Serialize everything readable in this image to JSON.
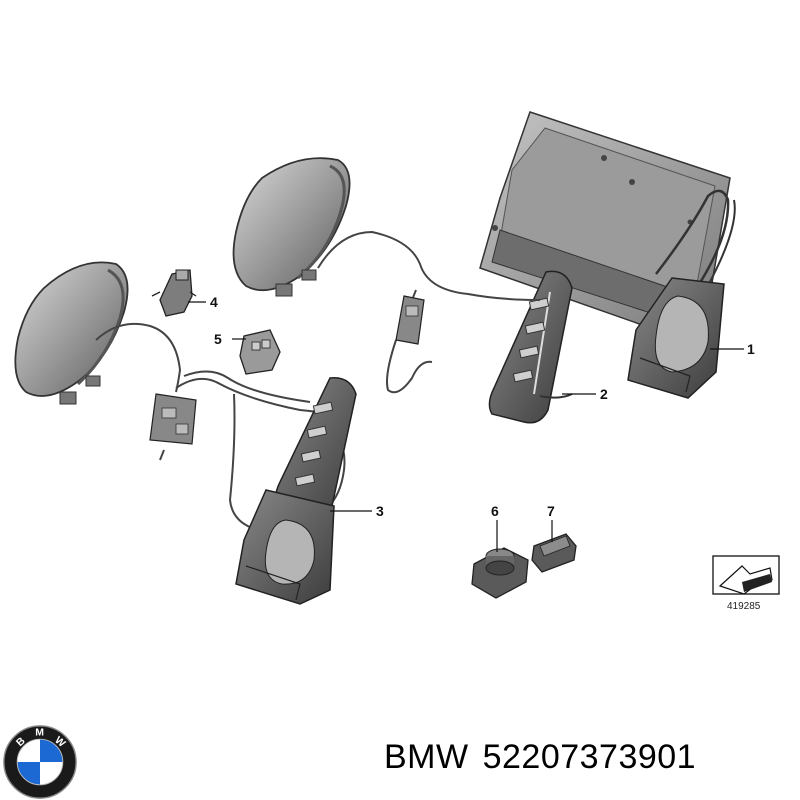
{
  "callouts": {
    "c1": "1",
    "c2": "2",
    "c3": "3",
    "c4": "4",
    "c5": "5",
    "c6": "6",
    "c7": "7"
  },
  "reference_number": "419285",
  "brand_name": "BMW",
  "part_number": "52207373901",
  "logo": {
    "letters": [
      "B",
      "M",
      "W"
    ],
    "colors": {
      "blue": "#1c69d4",
      "white": "#ffffff",
      "ring": "#1a1a1a"
    }
  }
}
